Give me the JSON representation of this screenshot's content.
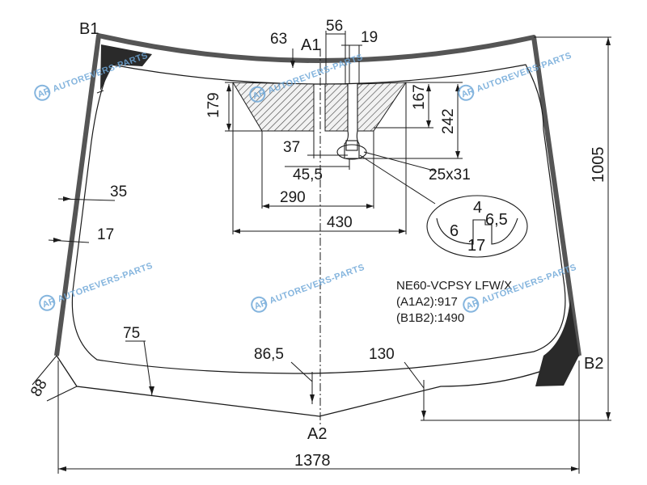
{
  "points": {
    "b1": "B1",
    "b2": "B2",
    "a1": "A1",
    "a2": "A2"
  },
  "dimensions": {
    "d63": "63",
    "d56": "56",
    "d19": "19",
    "d179": "179",
    "d167": "167",
    "d242": "242",
    "d37": "37",
    "d45_5": "45,5",
    "d290": "290",
    "d430": "430",
    "d25x31": "25x31",
    "d35": "35",
    "d17": "17",
    "d75": "75",
    "d86_5": "86,5",
    "d130": "130",
    "d88": "88",
    "d1378": "1378",
    "d1005": "1005"
  },
  "detail": {
    "top": "4",
    "left": "6",
    "right": "6,5",
    "bottom": "17"
  },
  "info": {
    "model": "NE60-VCPSY LFW/X",
    "a1a2": "(A1A2):917",
    "b1b2": "(B1B2):1490"
  },
  "watermark": {
    "text": "AUTOREVERS-PARTS",
    "logo": "AR"
  },
  "colors": {
    "line": "#1a1a1a",
    "frame": "#555555",
    "watermark": "#6fa8d8"
  }
}
